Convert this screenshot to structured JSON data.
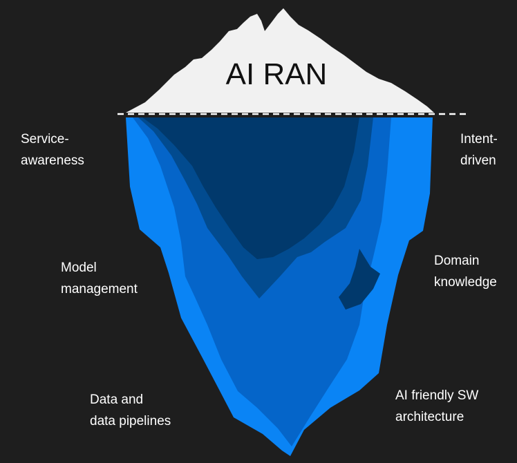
{
  "title": "AI RAN",
  "colors": {
    "background": "#1e1e1e",
    "snow": "#f1f1f1",
    "waterline": "#ffffff",
    "ice_light": "#0a84f5",
    "ice_mid": "#0565c9",
    "ice_dark": "#024b8f",
    "ice_deep": "#01396c"
  },
  "labels": {
    "service_awareness": "Service-\nawareness",
    "intent_driven": "Intent-\ndriven",
    "model_management": "Model\nmanagement",
    "domain_knowledge": "Domain\nknowledge",
    "data_pipelines": "Data and\ndata pipelines",
    "ai_friendly_sw": "AI friendly SW\narchitecture"
  }
}
